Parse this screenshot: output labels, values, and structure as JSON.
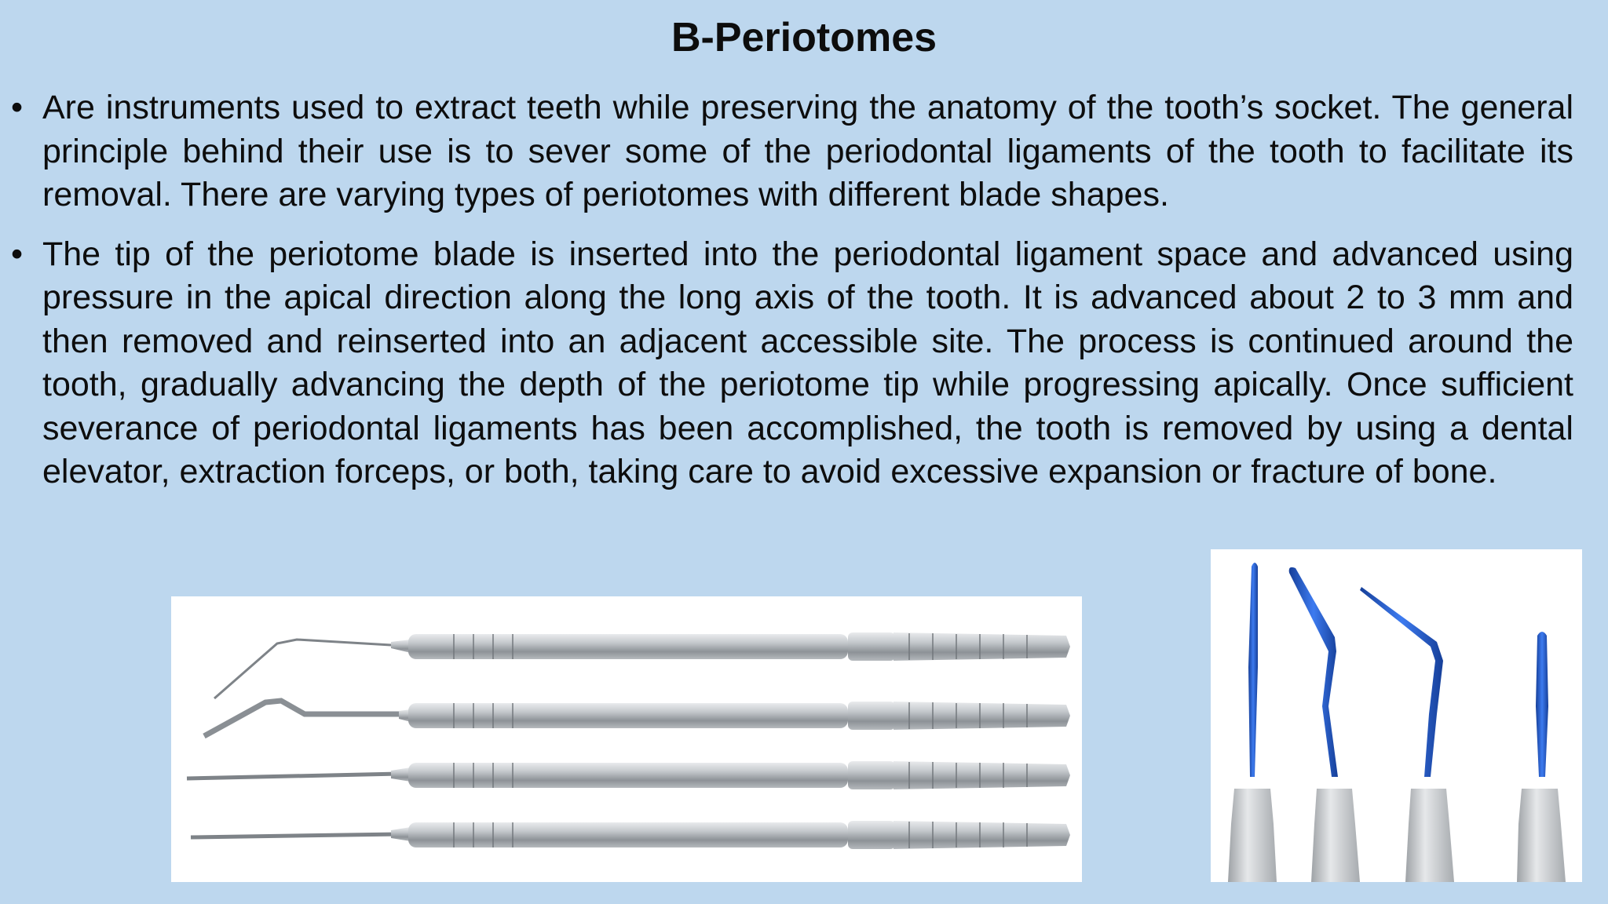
{
  "slide": {
    "title": "B-Periotomes",
    "bullets": [
      "Are instruments used to extract teeth while preserving the anatomy of the tooth’s socket. The general principle behind their use is to sever some of the periodontal ligaments of the tooth to facilitate its removal. There are varying types of periotomes with different blade shapes.",
      "The tip of the periotome blade is inserted into the periodontal ligament space and advanced using pressure in the apical direction along the long axis of the tooth. It is advanced about 2 to 3 mm and then removed and reinserted into an adjacent accessible site. The process is continued around the tooth, gradually advancing the depth of the periotome tip while progressing apically. Once sufficient severance of periodontal ligaments has been accomplished, the tooth is removed by using a dental elevator, extraction forceps, or both, taking care to avoid excessive expansion or fracture of bone."
    ],
    "bullet_symbol": "•"
  },
  "colors": {
    "background": "#bdd7ee",
    "text": "#0d0d0d",
    "steel": "#b8bcc0",
    "blade_blue": "#1f57c8"
  }
}
